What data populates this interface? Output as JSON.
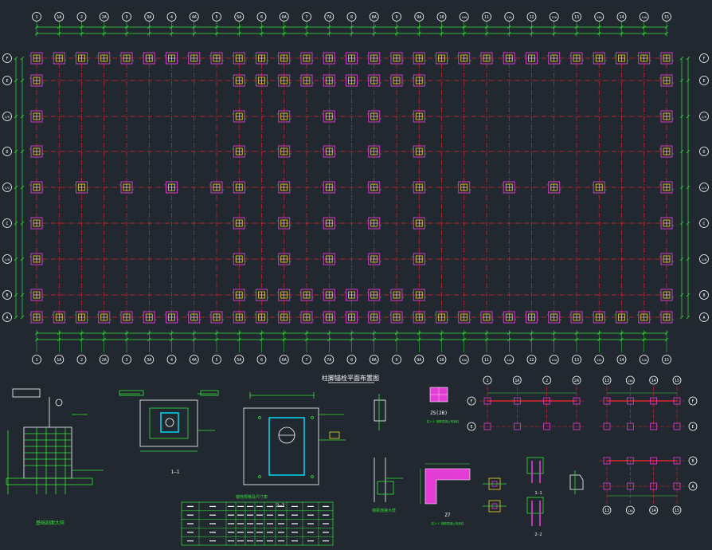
{
  "drawing": {
    "top_axis_labels": [
      "1",
      "1A",
      "2",
      "2A",
      "3",
      "3A",
      "4",
      "4A",
      "5",
      "5A",
      "6",
      "6A",
      "7",
      "7A",
      "8",
      "8A",
      "9",
      "9A",
      "10",
      "10A",
      "11",
      "11A",
      "12",
      "12A",
      "13",
      "13A",
      "14",
      "14A",
      "15"
    ],
    "bottom_axis_labels": [
      "1",
      "1A",
      "2",
      "2A",
      "3",
      "3A",
      "4",
      "4A",
      "5",
      "5A",
      "6",
      "6A",
      "7",
      "7A",
      "8",
      "8A",
      "9",
      "9A",
      "10",
      "10A",
      "11",
      "11A",
      "12",
      "12A",
      "13",
      "13A",
      "14",
      "14A",
      "15"
    ],
    "left_axis_labels": [
      "F",
      "E",
      "1/E",
      "D",
      "1/C",
      "C",
      "1/B",
      "B",
      "A"
    ],
    "right_axis_labels": [
      "F",
      "E",
      "1/E",
      "D",
      "1/C",
      "C",
      "1/B",
      "B",
      "A"
    ],
    "colors": {
      "background": "#212830",
      "grid": "#e0222c",
      "dimension": "#37e13a",
      "column": "#e23ed6",
      "column_hatch": "#f0d71e",
      "text": "#ffffff",
      "cyan": "#00e6ff"
    },
    "sheet_title": "柱脚锚栓平面布置图",
    "details": {
      "section_1_label": "1—1",
      "section_2_label": "2—2",
      "foundation_label": "基础剖面大样",
      "column_zs_label": "ZS(2B)",
      "column_zs_note": "柱1:1 钢筋混凝土构造柱",
      "column_z_label": "Z7",
      "column_z_note": "柱1:1 钢筋混凝土构造柱",
      "detail_mark_1": "1-1",
      "detail_mark_2": "2-2",
      "wall_detail_label": "墙梁连接大样",
      "table_title": "锚栓规格及尺寸表",
      "partial_plan_1_top_labels": [
        "1",
        "1A",
        "2",
        "2A"
      ],
      "partial_plan_2_top_labels": [
        "13",
        "13A",
        "14",
        "15"
      ],
      "partial_plan_3_bottom_labels": [
        "13",
        "13A",
        "14",
        "15"
      ],
      "partial_plan_left_labels": [
        "F",
        "E"
      ],
      "partial_plan_right_labels": [
        "F",
        "E",
        "B",
        "A"
      ]
    }
  }
}
